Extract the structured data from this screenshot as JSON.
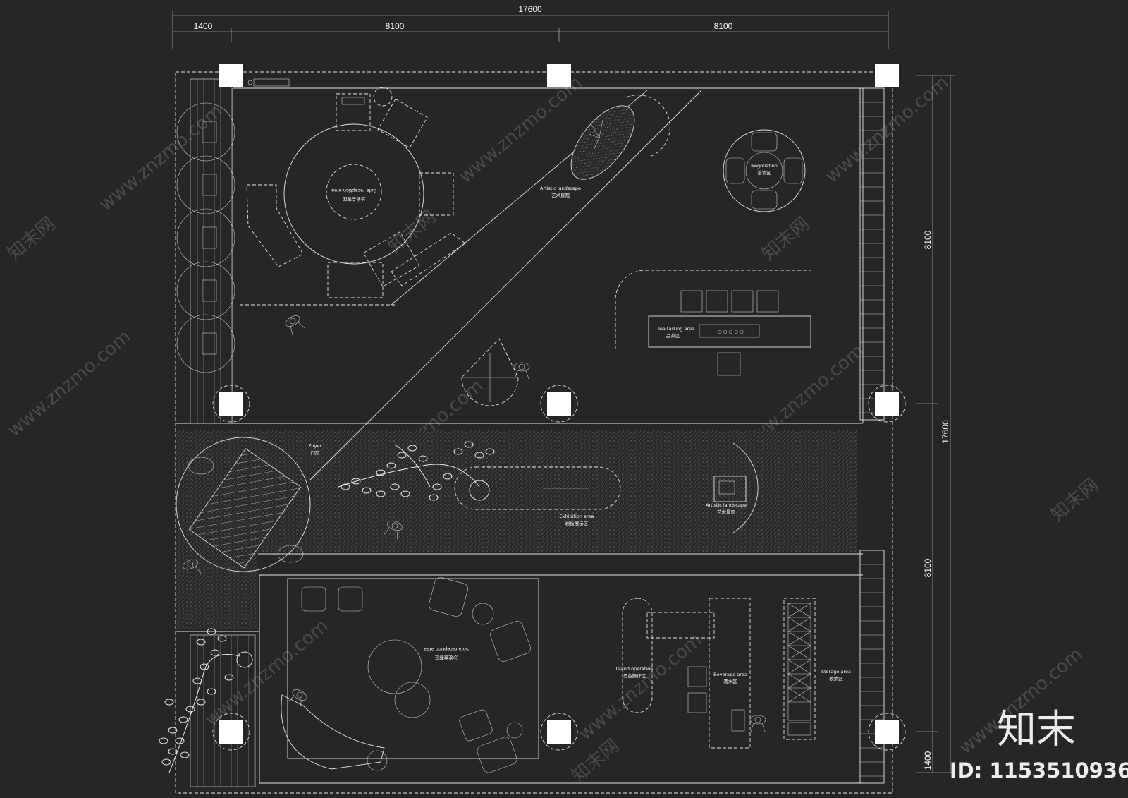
{
  "dimensions": {
    "top_total": "17600",
    "top_segments": [
      "1400",
      "8100",
      "8100"
    ],
    "right_total": "17600",
    "right_segments": [
      "8100",
      "8100",
      "1400"
    ]
  },
  "areas": {
    "sofa_reception_top": {
      "en": "Sofa reception area",
      "zh": "沙发会客区"
    },
    "artistic_landscape_top": {
      "en": "Artistic landscape",
      "zh": "艺术景观"
    },
    "negotiation": {
      "en": "Negotiation",
      "zh": "洽谈区"
    },
    "tea_tasting": {
      "en": "Tea tasting area",
      "zh": "品茶区"
    },
    "foyer": {
      "en": "Foyer",
      "zh": "门厅"
    },
    "exhibition": {
      "en": "Exhibition area",
      "zh": "岩板展示区"
    },
    "artistic_landscape_mid": {
      "en": "Artistic landscape",
      "zh": "艺术景观"
    },
    "sofa_reception_bottom": {
      "en": "Sofa reception area",
      "zh": "沙发会客区"
    },
    "island_operation": {
      "en": "Island operation",
      "zh": "岛台操作区"
    },
    "beverage": {
      "en": "Beverage area",
      "zh": "酒水区"
    },
    "storage": {
      "en": "Storage area",
      "zh": "收纳区"
    }
  },
  "watermark": {
    "url_text": "www.znzmo.com",
    "cn_text": "知末网"
  },
  "brand": {
    "logo": "知末",
    "id_label": "ID: 1153510936"
  },
  "colors": {
    "background": "#262626",
    "lines": "#e6e6e6",
    "column": "#ffffff"
  }
}
